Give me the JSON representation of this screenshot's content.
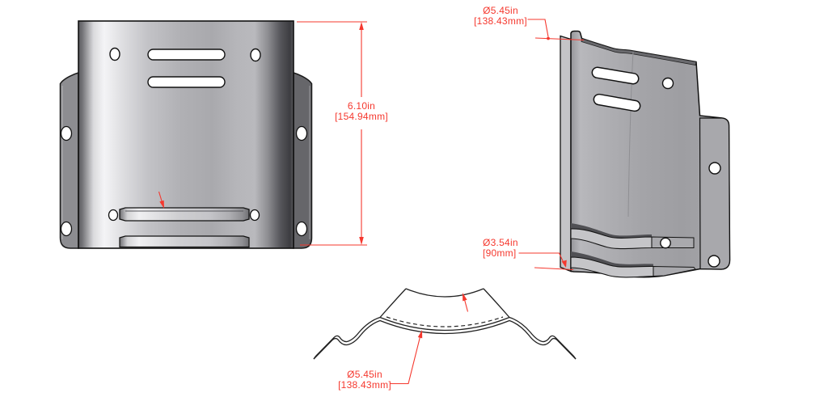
{
  "drawing": {
    "type": "cad-multiview-part-drawing",
    "accent_color": "#f5382e",
    "part_gray": "#a2a2a6",
    "background": "#ffffff",
    "dimensions": {
      "height": {
        "inches": "6.10in",
        "mm": "[154.94mm]"
      },
      "outer_dia_top": {
        "inches": "Ø5.45in",
        "mm": "[138.43mm]"
      },
      "bore_dia": {
        "inches": "Ø3.54in",
        "mm": "[90mm]"
      },
      "outer_dia_bottom": {
        "inches": "Ø5.45in",
        "mm": "[138.43mm]"
      }
    }
  }
}
